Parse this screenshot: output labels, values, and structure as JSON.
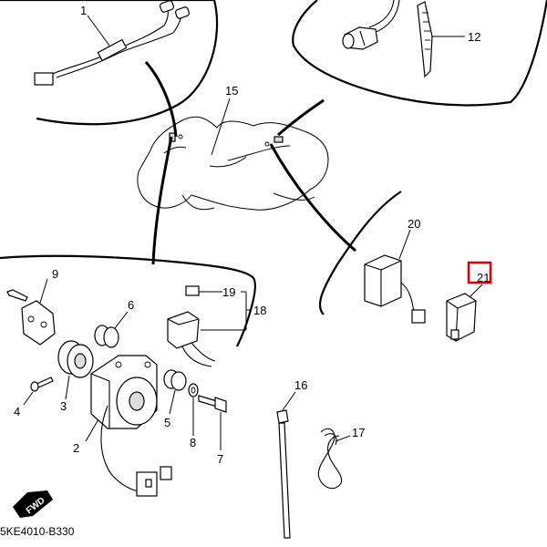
{
  "diagram": {
    "code": "5KE4010-B330",
    "direction_label": "FWD",
    "highlight_color": "#e00000",
    "callouts": {
      "c1": "1",
      "c2": "2",
      "c3": "3",
      "c4": "4",
      "c5": "5",
      "c6": "6",
      "c7": "7",
      "c8": "8",
      "c9": "9",
      "c12": "12",
      "c15": "15",
      "c16": "16",
      "c17": "17",
      "c18": "18",
      "c19": "19",
      "c20": "20",
      "c21": "21"
    }
  }
}
